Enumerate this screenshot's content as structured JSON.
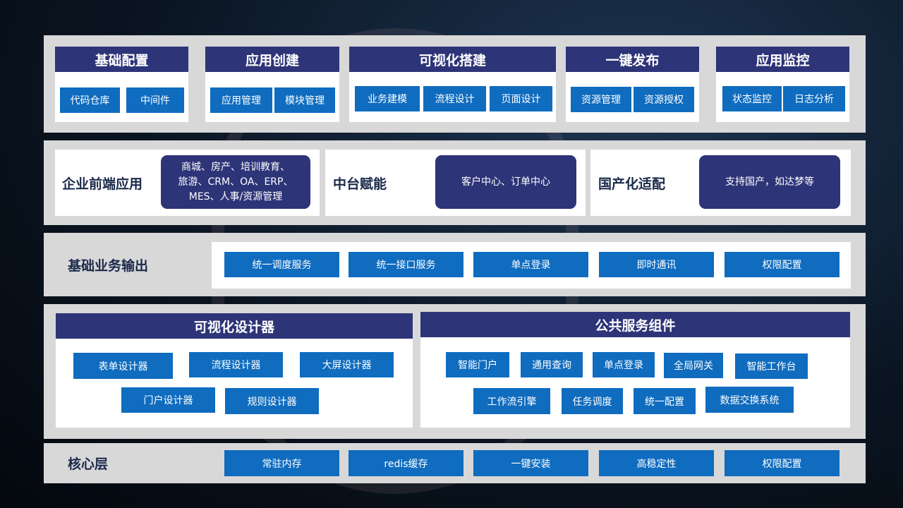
{
  "row1": {
    "groups": [
      {
        "title": "基础配置",
        "items": [
          "代码仓库",
          "中间件"
        ]
      },
      {
        "title": "应用创建",
        "items": [
          "应用管理",
          "模块管理"
        ]
      },
      {
        "title": "可视化搭建",
        "items": [
          "业务建模",
          "流程设计",
          "页面设计"
        ]
      },
      {
        "title": "一键发布",
        "items": [
          "资源管理",
          "资源授权"
        ]
      },
      {
        "title": "应用监控",
        "items": [
          "状态监控",
          "日志分析"
        ]
      }
    ]
  },
  "row2": {
    "enterprise": {
      "label": "企业前端应用",
      "detail_lines": [
        "商城、房产、培训教育、",
        "旅游、CRM、OA、ERP、",
        "MES、人事/资源管理"
      ]
    },
    "middle": {
      "label": "中台赋能",
      "detail": "客户中心、订单中心"
    },
    "domestic": {
      "label": "国产化适配",
      "detail": "支持国产，如达梦等"
    }
  },
  "row3": {
    "label": "基础业务输出",
    "items": [
      "统一调度服务",
      "统一接口服务",
      "单点登录",
      "即时通讯",
      "权限配置"
    ]
  },
  "row4": {
    "designer": {
      "title": "可视化设计器",
      "items": [
        "表单设计器",
        "流程设计器",
        "大屏设计器",
        "门户设计器",
        "规则设计器"
      ]
    },
    "public": {
      "title": "公共服务组件",
      "items": [
        "智能门户",
        "通用查询",
        "单点登录",
        "全局网关",
        "智能工作台",
        "工作流引擎",
        "任务调度",
        "统一配置",
        "数据交换系统"
      ]
    }
  },
  "row5": {
    "label": "核心层",
    "items": [
      "常驻内存",
      "redis缓存",
      "一键安装",
      "高稳定性",
      "权限配置"
    ]
  },
  "colors": {
    "header": "#2e3478",
    "cell": "#0f6cbf",
    "band": "#d8d8d8"
  }
}
